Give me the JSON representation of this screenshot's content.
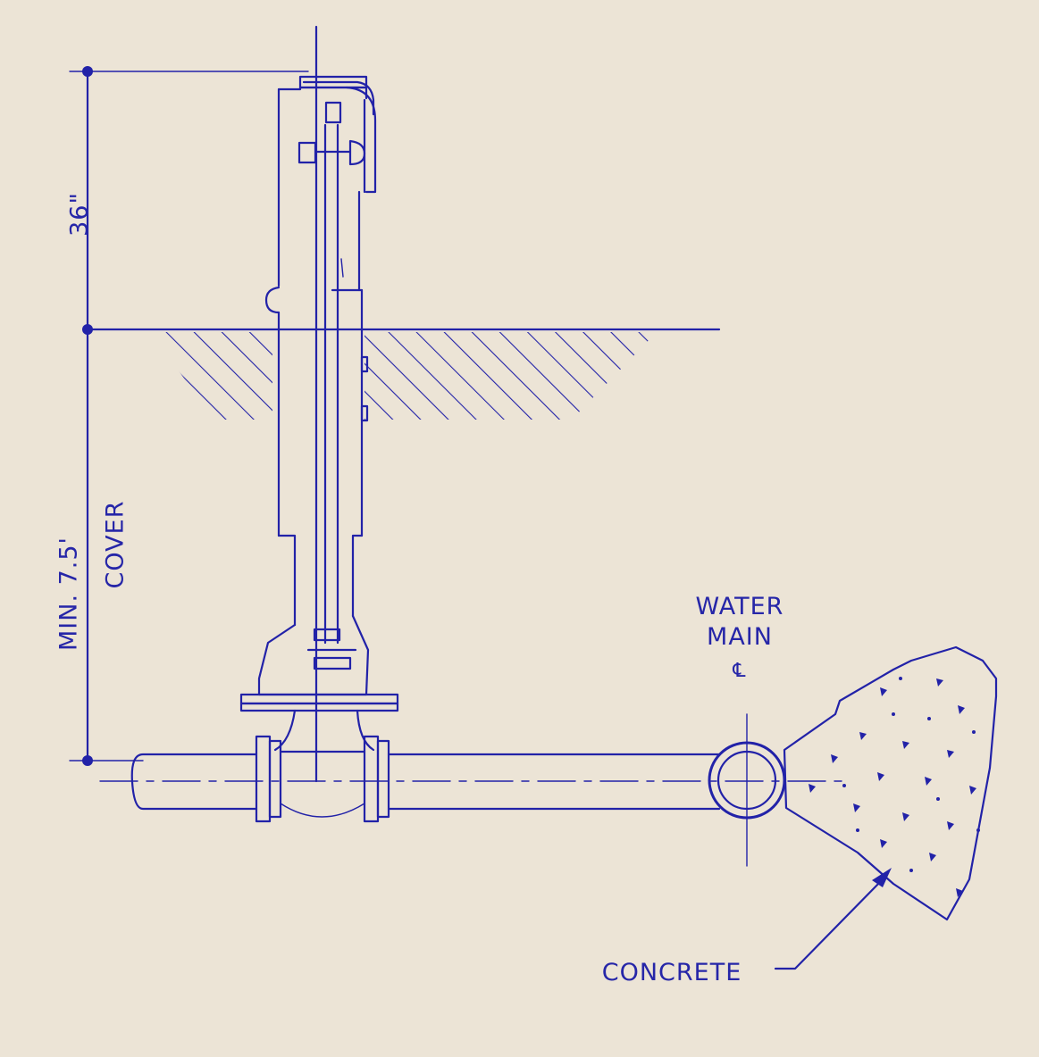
{
  "labels": {
    "height_above_ground": "36\"",
    "min_cover": "MIN. 7.5'",
    "cover_word": "COVER",
    "water_main_line1": "WATER",
    "water_main_line2": "MAIN",
    "centerline_symbol": "℄",
    "concrete": "CONCRETE"
  },
  "colors": {
    "paper": "#ece4d6",
    "ink": "#2222a8"
  }
}
